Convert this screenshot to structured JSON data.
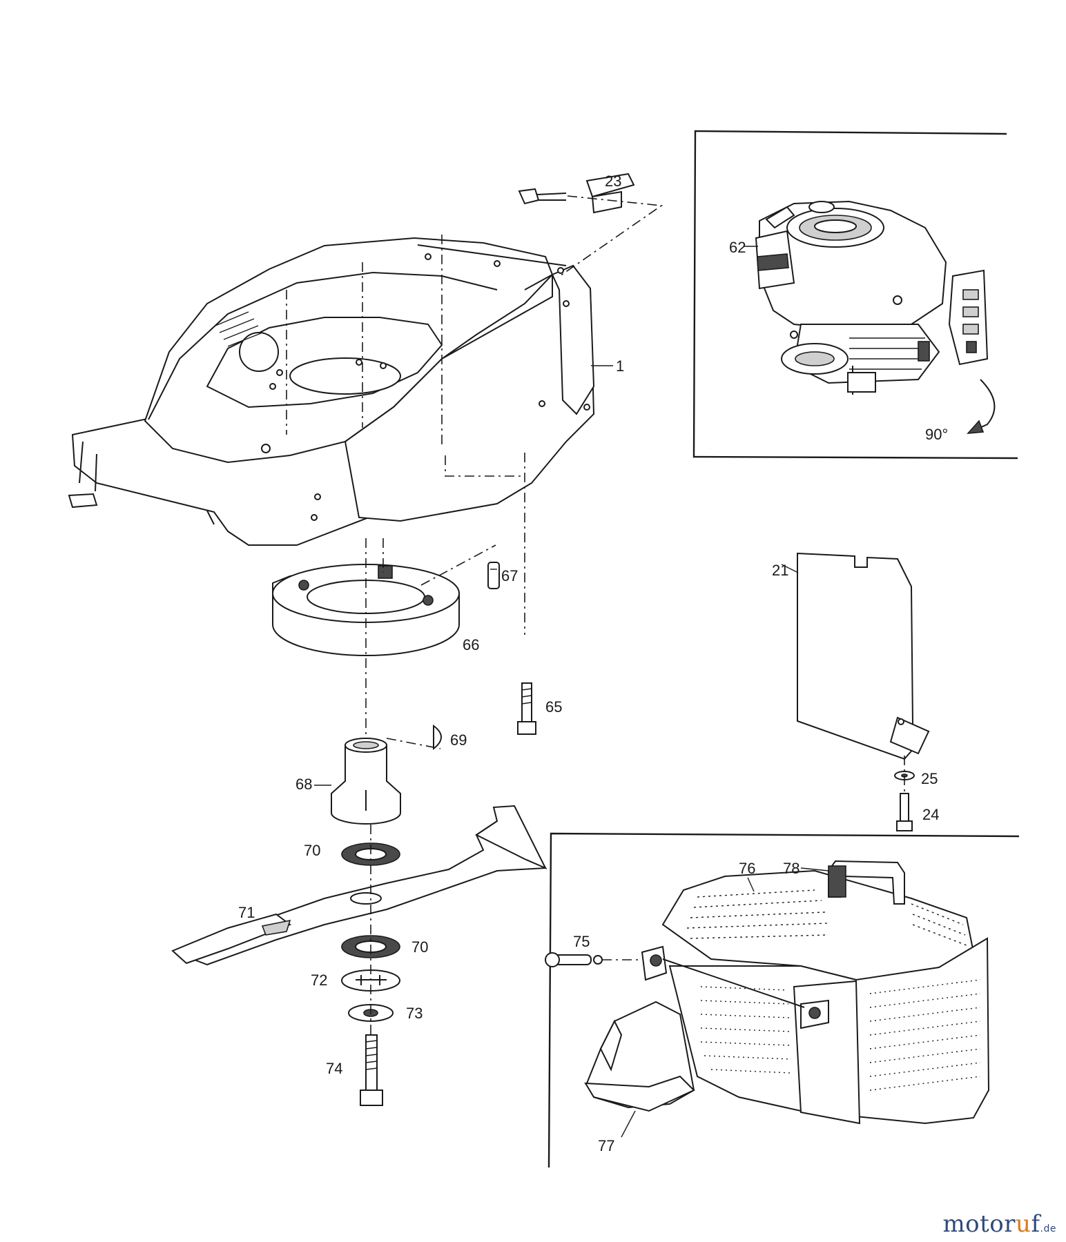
{
  "diagram": {
    "labels": {
      "p1": "1",
      "p21": "21",
      "p23": "23",
      "p24": "24",
      "p25": "25",
      "p62": "62",
      "p65": "65",
      "p66": "66",
      "p67": "67",
      "p68": "68",
      "p69": "69",
      "p70a": "70",
      "p70b": "70",
      "p71": "71",
      "p72": "72",
      "p73": "73",
      "p74": "74",
      "p75": "75",
      "p76": "76",
      "p77": "77",
      "p78": "78"
    },
    "rotation": "90°"
  },
  "watermark": {
    "brand_start": "motor",
    "brand_accent": "u",
    "brand_end": "f",
    "suffix": ".de"
  }
}
